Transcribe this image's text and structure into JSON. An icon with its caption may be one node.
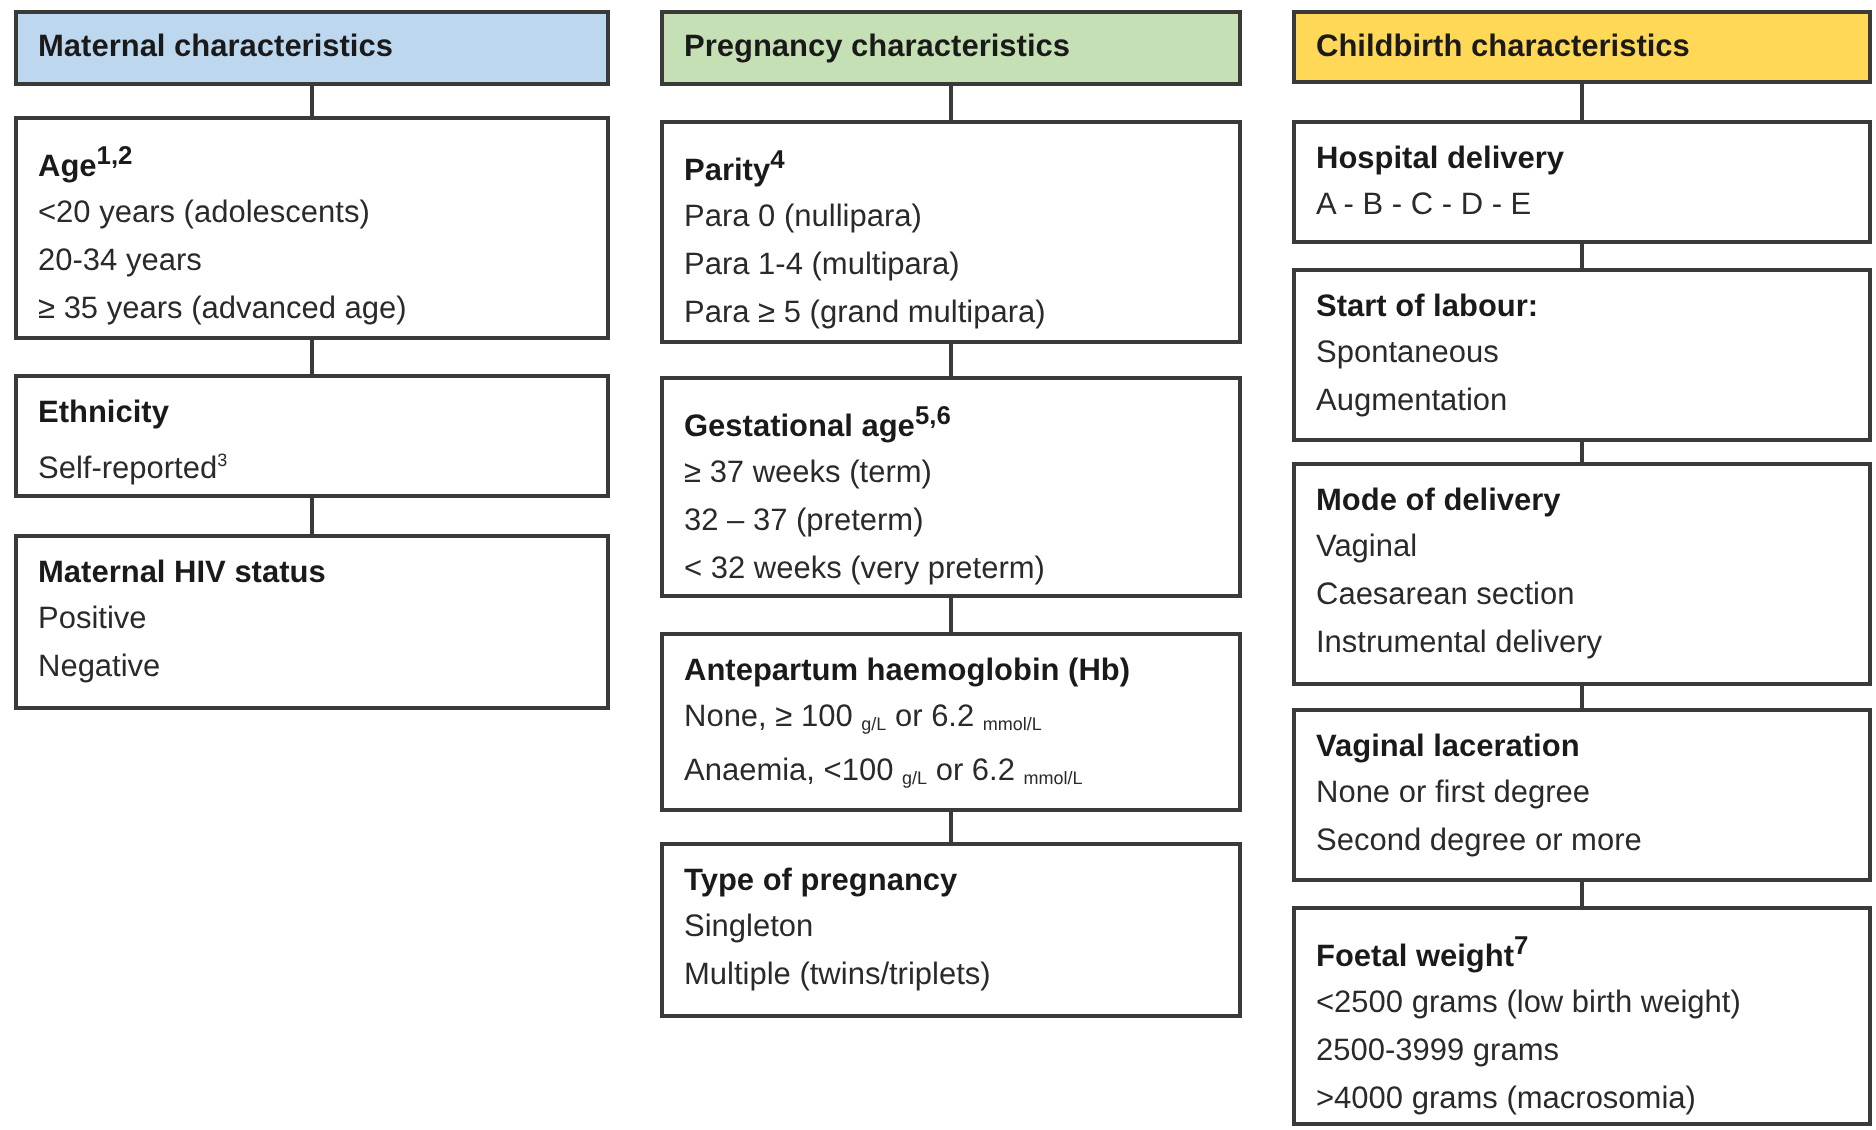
{
  "diagram": {
    "nodes": [
      {
        "text": [
          "Maternal characteristics"
        ]
      },
      {
        "text": [
          "Age$^{1,2}$",
          "<20 years (adolescents)",
          "20-34 years",
          "≥ 35 years (advanced age)"
        ]
      },
      {
        "text": [
          "Ethnicity",
          "Self-reported$^{3}$"
        ]
      },
      {
        "text": [
          "Maternal HIV status",
          "Positive",
          "Negative"
        ]
      },
      {
        "text": [
          "Pregnancy characteristics"
        ]
      },
      {
        "text": [
          "Parity$^{4}$",
          "Para 0 (nullipara)",
          "Para 1-4 (multipara)",
          "Para ≥ 5 (grand multipara)"
        ]
      },
      {
        "text": [
          "Gestational age$^{5,6}$",
          "≥ 37 weeks (term)",
          "32 – 37 (preterm)",
          "< 32 weeks (very preterm)"
        ]
      },
      {
        "text": [
          "Antepartum haemoglobin (Hb)",
          "None, ≥ 100 $_{g/L}$ or 6.2 $_{mmol/L}$",
          "Anaemia, <100 $_{g/L}$ or 6.2 $_{mmol/L}$"
        ]
      },
      {
        "text": [
          "Type of pregnancy",
          "Singleton",
          "Multiple (twins/triplets)"
        ]
      },
      {
        "text": [
          "Childbirth characteristics"
        ]
      },
      {
        "text": [
          "Hospital delivery",
          "A - B - C - D - E"
        ]
      },
      {
        "text": [
          "Start of labour:",
          "Spontaneous",
          "Augmentation"
        ]
      },
      {
        "text": [
          "Mode of delivery",
          "Vaginal",
          "Caesarean section",
          "Instrumental delivery"
        ]
      },
      {
        "text": [
          "Vaginal laceration",
          "None or first degree",
          "Second degree or more"
        ]
      },
      {
        "text": [
          "Foetal weight$^{7}$",
          "<2500 grams (low birth weight)",
          "2500-3999 grams",
          ">4000 grams (macrosomia)"
        ]
      }
    ],
    "edges": [
      {
        "from": 0,
        "to": 1,
        "arrow": "none"
      },
      {
        "from": 1,
        "to": 2,
        "arrow": "none"
      },
      {
        "from": 2,
        "to": 3,
        "arrow": "none"
      },
      {
        "from": 4,
        "to": 5,
        "arrow": "none"
      },
      {
        "from": 5,
        "to": 6,
        "arrow": "none"
      },
      {
        "from": 6,
        "to": 7,
        "arrow": "none"
      },
      {
        "from": 7,
        "to": 8,
        "arrow": "none"
      },
      {
        "from": 9,
        "to": 10,
        "arrow": "none"
      },
      {
        "from": 10,
        "to": 11,
        "arrow": "none"
      },
      {
        "from": 11,
        "to": 12,
        "arrow": "none"
      },
      {
        "from": 12,
        "to": 13,
        "arrow": "none"
      },
      {
        "from": 13,
        "to": 14,
        "arrow": "none"
      }
    ]
  }
}
